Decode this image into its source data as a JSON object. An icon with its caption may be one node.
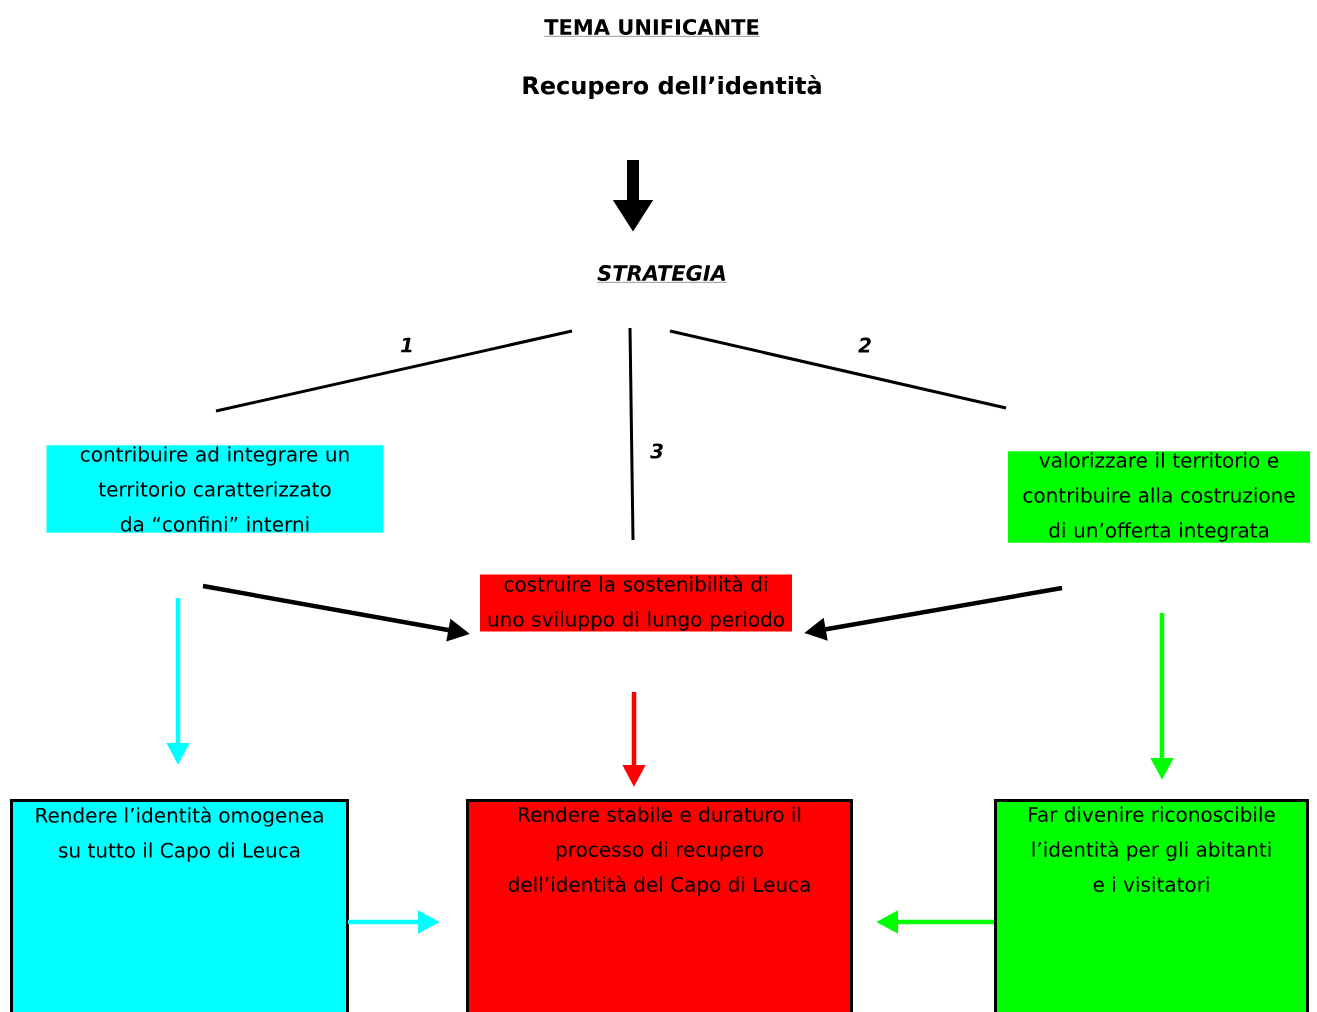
{
  "diagram": {
    "title": "TEMA UNIFICANTE",
    "nodes": [
      {
        "text": [
          "Recupero dell’identità"
        ]
      },
      {
        "text": [
          "STRATEGIA"
        ]
      },
      {
        "text": [
          "contribuire ad integrare un territorio caratterizzato da “confini” interni"
        ]
      },
      {
        "text": [
          "costruire la sostenibilità di uno sviluppo di  lungo periodo"
        ]
      },
      {
        "text": [
          "valorizzare il territorio e contribuire alla costruzione di un’offerta integrata"
        ]
      },
      {
        "text": [
          "Rendere l’identità omogenea su tutto il Capo di Leuca"
        ]
      },
      {
        "text": [
          "Rendere stabile e duraturo il processo di recupero dell’identità del Capo di Leuca"
        ]
      },
      {
        "text": [
          "Far divenire riconoscibile l’identità per gli abitanti e i visitatori"
        ]
      }
    ],
    "edges": [
      {
        "from": 0,
        "to": 1,
        "arrow": "to",
        "style": "thick"
      },
      {
        "from": 1,
        "to": 2,
        "arrow": "none",
        "label": "1"
      },
      {
        "from": 1,
        "to": 4,
        "arrow": "none",
        "label": "2"
      },
      {
        "from": 1,
        "to": 3,
        "arrow": "none",
        "label": "3"
      },
      {
        "from": 2,
        "to": 3,
        "arrow": "to"
      },
      {
        "from": 4,
        "to": 3,
        "arrow": "to"
      },
      {
        "from": 2,
        "to": 5,
        "arrow": "to",
        "color": "#00ffff"
      },
      {
        "from": 3,
        "to": 6,
        "arrow": "to",
        "color": "#ff0000"
      },
      {
        "from": 4,
        "to": 7,
        "arrow": "to",
        "color": "#00ff00"
      },
      {
        "from": 5,
        "to": 6,
        "arrow": "to",
        "color": "#00ffff"
      },
      {
        "from": 7,
        "to": 6,
        "arrow": "to",
        "color": "#00ff00"
      }
    ]
  }
}
